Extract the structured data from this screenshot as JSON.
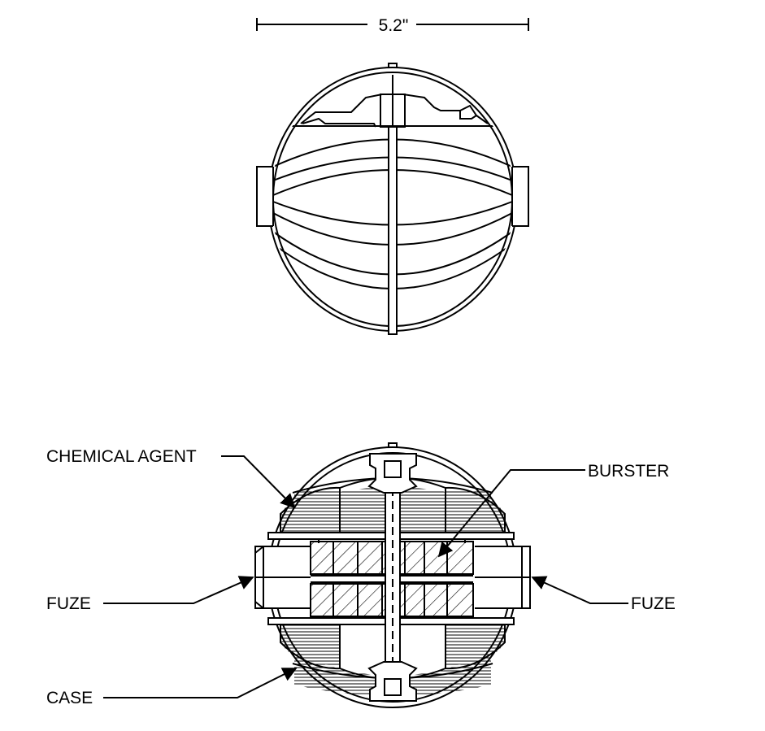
{
  "dimension": {
    "width_label": "5.2\""
  },
  "labels": {
    "chemical_agent": "CHEMICAL AGENT",
    "burster": "BURSTER",
    "fuze_left": "FUZE",
    "fuze_right": "FUZE",
    "case": "CASE"
  },
  "colors": {
    "line": "#000000",
    "background": "#ffffff"
  }
}
